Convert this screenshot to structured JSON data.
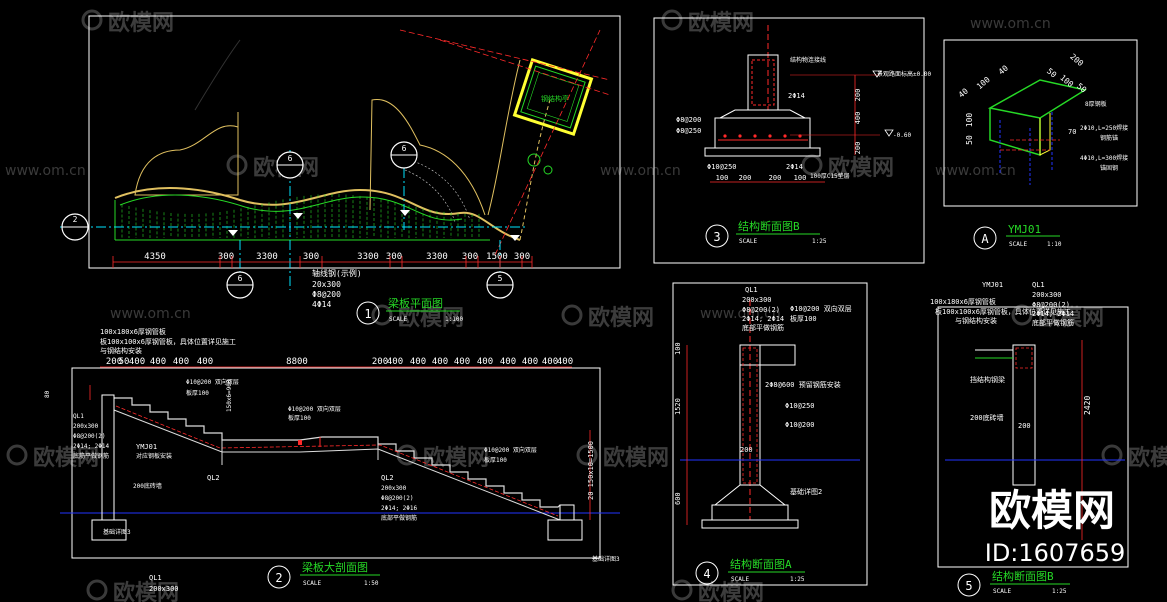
{
  "brand": {
    "watermark_text": "欧模网",
    "watermark_url": "www.om.cn",
    "corner_brand": "欧模网",
    "corner_id": "ID:1607659"
  },
  "colors": {
    "background": "#000000",
    "frame": "#ffffff",
    "dimension": "#ff2a2a",
    "axis": "#00e5ff",
    "green": "#26d926",
    "yellow": "#ffff33",
    "blue": "#2233ff",
    "text": "#ffffff"
  },
  "icons": {
    "section_marker": "circle-section-marker-icon",
    "level_marker": "triangle-level-marker-icon",
    "watermark_logo": "sofa-logo-icon"
  },
  "plan": {
    "title": "梁板平面图",
    "number": "1",
    "scale_label": "SCALE",
    "scale": "1:100",
    "dims": [
      "4350",
      "300",
      "3300",
      "300",
      "3300",
      "300",
      "3300",
      "300",
      "1500",
      "300"
    ],
    "section_tags": [
      "2",
      "6",
      "6",
      "5"
    ],
    "pavilion_label": "钢结构亭",
    "notes": [
      "轴线钢(示例)",
      "20x300",
      "Φ8@200",
      "4Φ14"
    ]
  },
  "section3": {
    "title": "结构断面图B",
    "number": "3",
    "scale_label": "SCALE",
    "scale": "1:25",
    "notes": [
      "结构物连接线",
      "2Φ14",
      "Φ8@200",
      "Φ8@250",
      "Φ10@250",
      "2Φ14",
      "100厚C15垫层",
      "景观路面标高±0.00",
      "-0.60"
    ],
    "dims_bottom": [
      "100",
      "200",
      "200",
      "100"
    ],
    "dims_right": [
      "200",
      "400",
      "200"
    ]
  },
  "detailA": {
    "title": "YMJ01",
    "number": "A",
    "scale_label": "SCALE",
    "scale": "1:10",
    "dims_top": [
      "40",
      "100",
      "40",
      "50",
      "100",
      "50",
      "200"
    ],
    "dims_left": [
      "50",
      "100"
    ],
    "notes": [
      "8厚钢板",
      "2Φ10,L=250焊接",
      "钢筋锚",
      "4Φ10,L=300焊接",
      "锚固钢"
    ],
    "dim_70": "70"
  },
  "section2": {
    "title": "梁板大剖面图",
    "number": "2",
    "scale_label": "SCALE",
    "scale": "1:50",
    "dims_top": [
      "200",
      "50",
      "400",
      "400",
      "400",
      "400",
      "8800",
      "200",
      "400",
      "400",
      "400",
      "400",
      "400",
      "400",
      "400",
      "400",
      "400"
    ],
    "notes_top": [
      "100x180x6厚钢管板",
      "板100x100x6厚钢管板，具体位置详见施工",
      "与钢结构安装"
    ],
    "labels": [
      "QL1",
      "200x300",
      "Φ8@200(2)",
      "2Φ14; 2Φ14",
      "底筋平做钢筋",
      "YMJ01",
      "对应钢板安装",
      "QL2",
      "Φ10@200 双向双层",
      "板厚100",
      "150x6=900",
      "Φ10@200 双向双层",
      "板厚100",
      "Φ10@200 双向双层",
      "板厚100",
      "QL2",
      "200x300",
      "Φ8@200(2)",
      "2Φ14; 2Φ16",
      "底部平做钢筋",
      "200底砖墙",
      "基础详图3",
      "基础详图3",
      "20 150x10=1500",
      "80",
      "QL1",
      "200x300"
    ]
  },
  "section4": {
    "title": "结构断面图A",
    "number": "4",
    "scale_label": "SCALE",
    "scale": "1:25",
    "labels": [
      "QL1",
      "200x300",
      "Φ8@200(2)",
      "2Φ14; 2Φ14",
      "底部平做钢筋",
      "Φ10@200 双向双层",
      "板厚100",
      "2Φ8@600 预留钢筋安装",
      "Φ10@250",
      "Φ10@200",
      "200",
      "基础详图2"
    ],
    "dims_left": [
      "100",
      "1520",
      "600"
    ]
  },
  "section5": {
    "title": "结构断面图B",
    "number": "5",
    "scale_label": "SCALE",
    "scale": "1:25",
    "labels": [
      "YMJ01",
      "100x180x6厚钢管板",
      "板100x100x6厚钢管板，具体位置详见施工",
      "与钢结构安装",
      "QL1",
      "200x300",
      "Φ8@200(2)",
      "2Φ14; 2Φ14",
      "底部平做钢筋",
      "挡结构钢梁",
      "200底砖墙",
      "200"
    ],
    "dim_right": "2420"
  }
}
